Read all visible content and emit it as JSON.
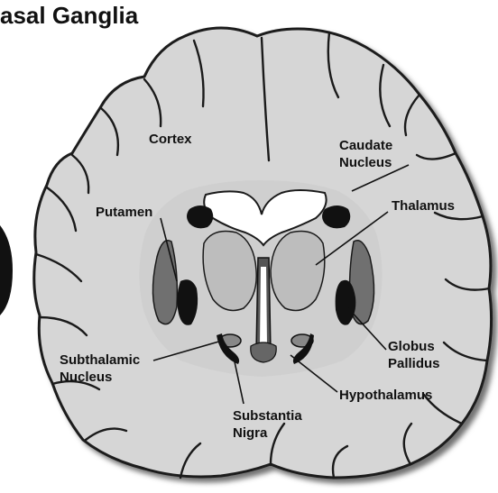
{
  "diagram": {
    "title": "asal Ganglia",
    "labels": {
      "cortex": "Cortex",
      "caudate_1": "Caudate",
      "caudate_2": "Nucleus",
      "putamen": "Putamen",
      "thalamus": "Thalamus",
      "subthalamic_1": "Subthalamic",
      "subthalamic_2": "Nucleus",
      "globus_1": "Globus",
      "globus_2": "Pallidus",
      "hypothalamus": "Hypothalamus",
      "substantia_1": "Substantia",
      "substantia_2": "Nigra"
    }
  }
}
